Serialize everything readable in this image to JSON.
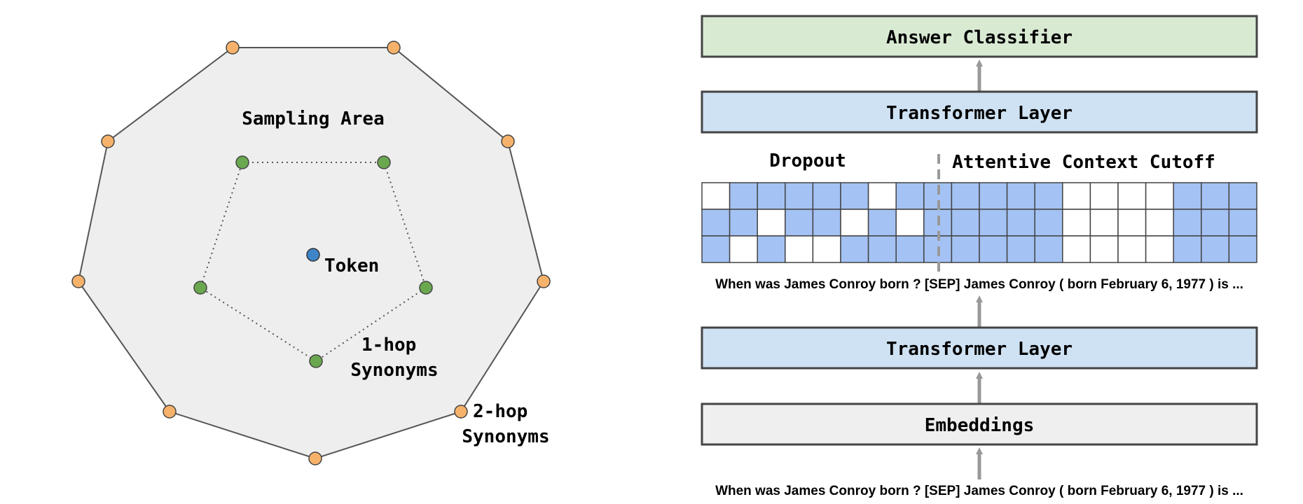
{
  "left_panel": {
    "sampling_area_label": "Sampling Area",
    "token_label": "Token",
    "one_hop_label": [
      "1-hop",
      "Synonyms"
    ],
    "two_hop_label": [
      "2-hop",
      "Synonyms"
    ],
    "colors": {
      "area_fill": "#eeeeee",
      "outer_stroke": "#555555",
      "outer_node": "#f6b26b",
      "inner_node": "#6aa84f",
      "token_node": "#3d85c6"
    }
  },
  "right_panel": {
    "answer_classifier_label": "Answer Classifier",
    "transformer_top_label": "Transformer Layer",
    "transformer_bottom_label": "Transformer Layer",
    "embeddings_label": "Embeddings",
    "dropout_label": "Dropout",
    "cutoff_label": "Attentive Context Cutoff",
    "sequence_text_mid": "When was James Conroy born ? [SEP] James Conroy ( born February 6, 1977 ) is ...",
    "sequence_text_bottom": "When was James Conroy born ? [SEP] James Conroy ( born February 6, 1977 ) is ...",
    "grid_mask": [
      [
        0,
        1,
        1,
        1,
        1,
        1,
        0,
        1,
        1,
        1,
        1,
        1,
        1,
        0,
        0,
        0,
        0,
        1,
        1,
        1
      ],
      [
        1,
        1,
        0,
        1,
        1,
        0,
        1,
        0,
        1,
        1,
        1,
        1,
        1,
        0,
        0,
        0,
        0,
        1,
        1,
        1
      ],
      [
        1,
        0,
        1,
        0,
        0,
        1,
        1,
        1,
        1,
        1,
        1,
        1,
        1,
        0,
        0,
        0,
        0,
        1,
        1,
        1
      ]
    ],
    "colors": {
      "classifier_fill": "#d9ead3",
      "transformer_fill": "#cfe2f3",
      "embeddings_fill": "#efefef",
      "cell_on": "#a4c2f4",
      "cell_off": "#ffffff",
      "arrow": "#999999"
    }
  }
}
